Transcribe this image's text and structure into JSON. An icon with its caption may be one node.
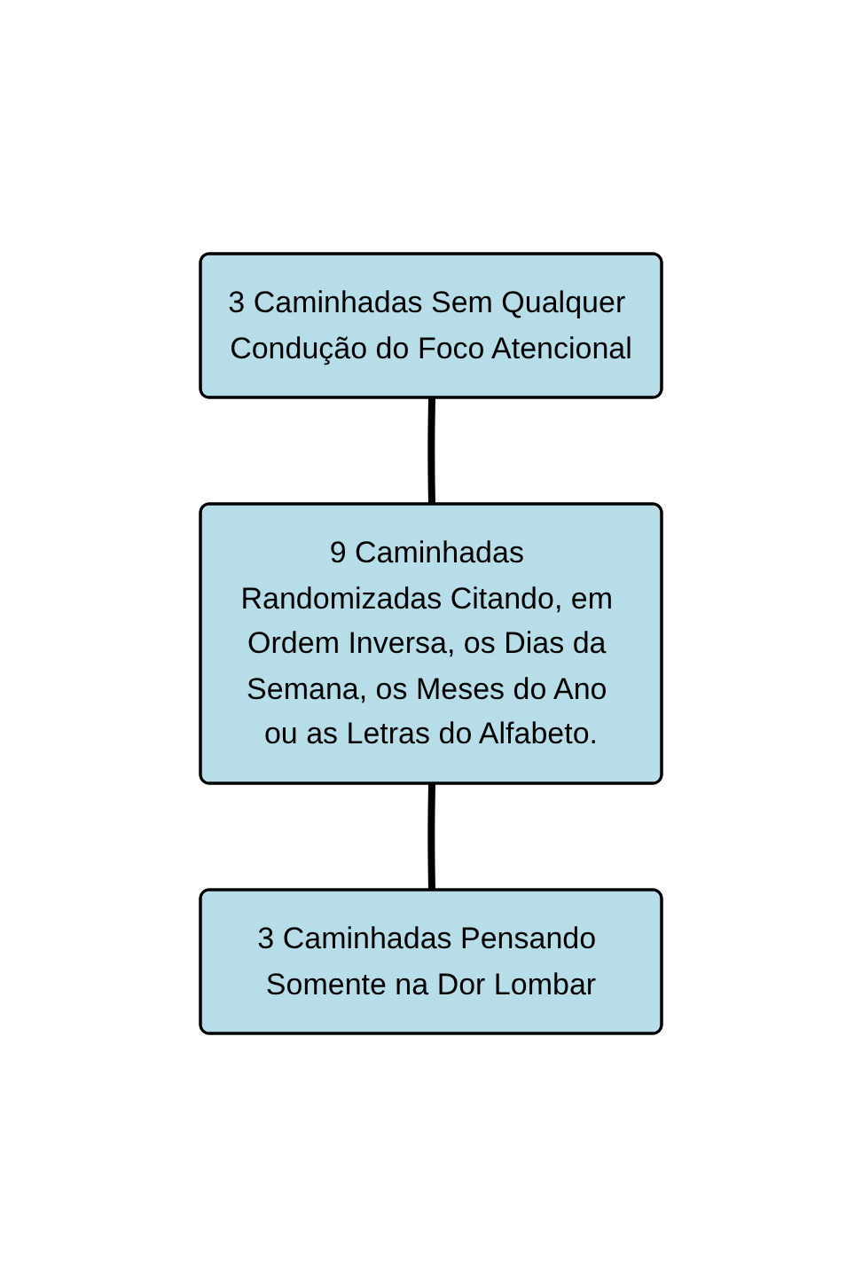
{
  "diagram": {
    "nodes": [
      {
        "text": [
          "3 Caminhadas Sem Qualquer Condução do Foco Atencional"
        ]
      },
      {
        "text": [
          "9 Caminhadas Randomizadas Citando, em Ordem Inversa, os Dias da Semana, os Meses do Ano ou as Letras do Alfabeto."
        ]
      },
      {
        "text": [
          "3 Caminhadas Pensando Somente na Dor Lombar"
        ]
      }
    ],
    "edges": [
      {
        "from": 0,
        "to": 1,
        "arrow": "none"
      },
      {
        "from": 1,
        "to": 2,
        "arrow": "none"
      }
    ]
  }
}
